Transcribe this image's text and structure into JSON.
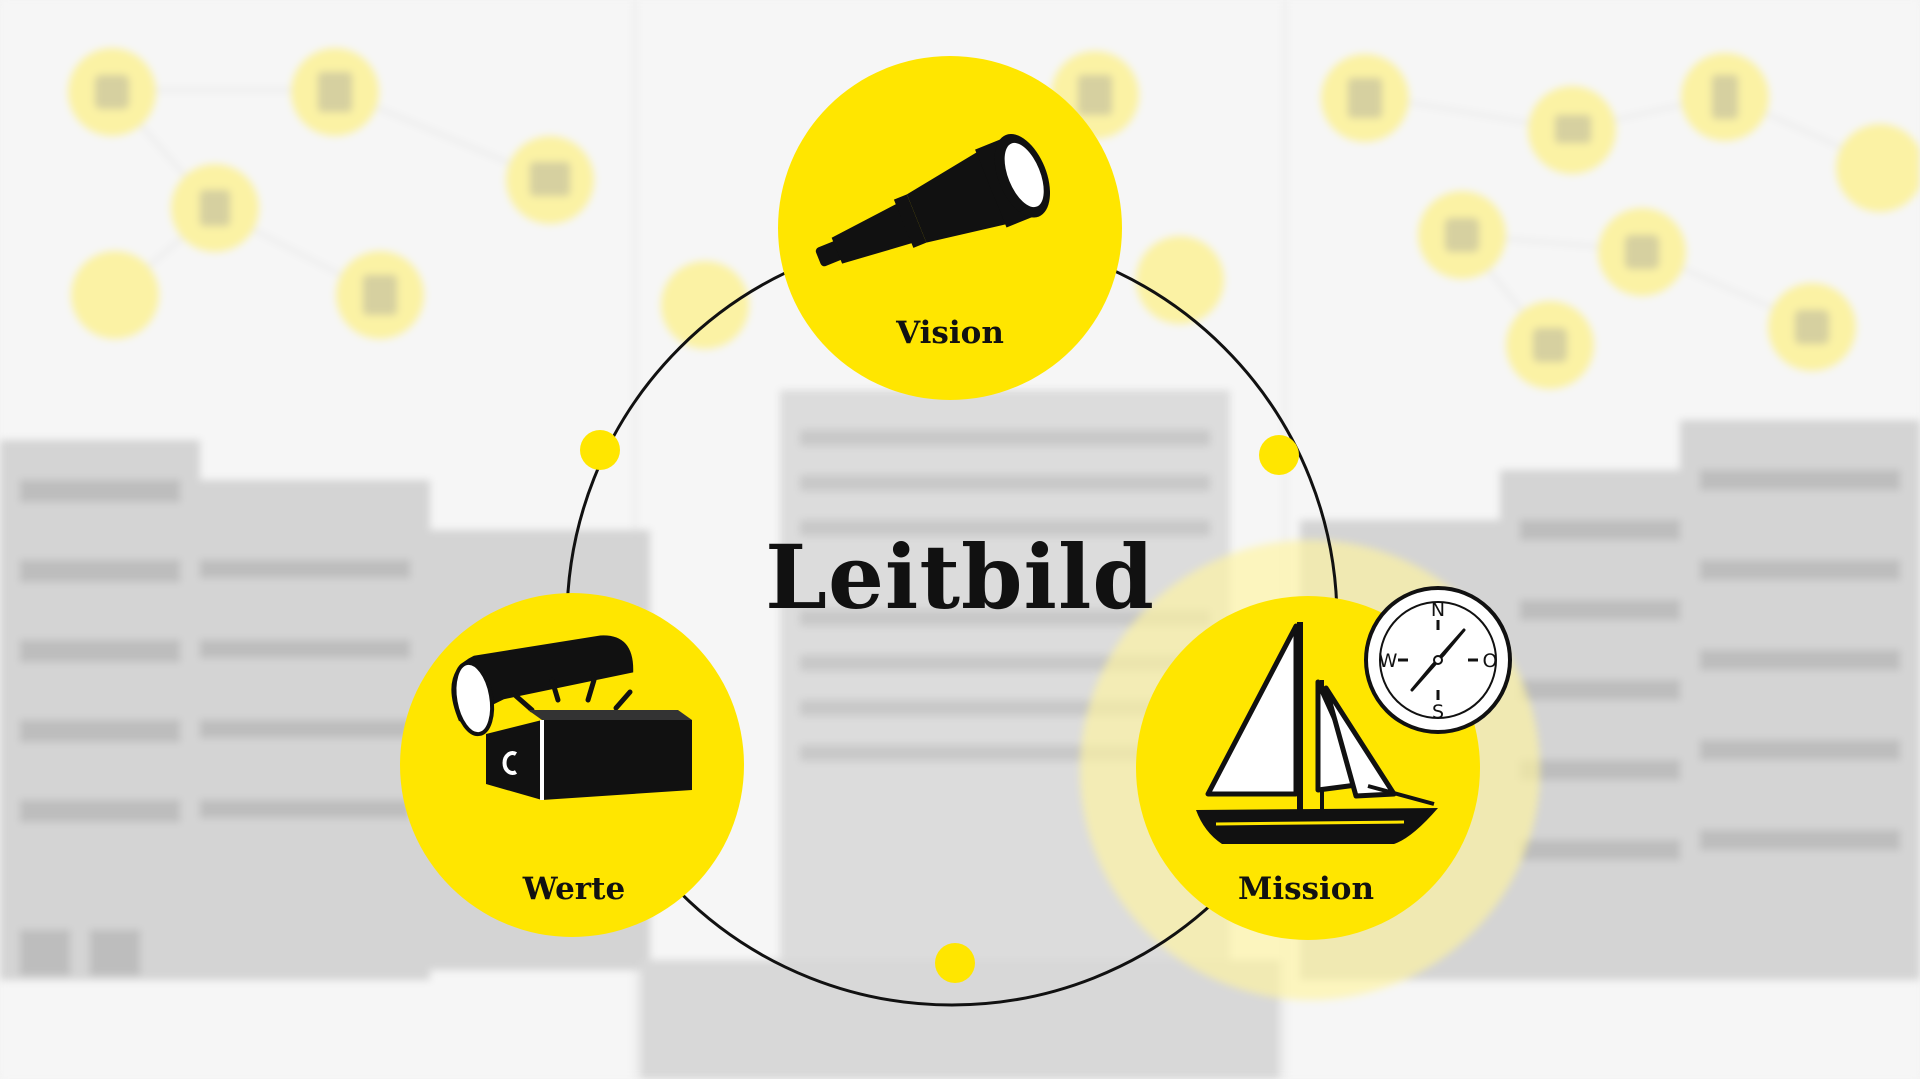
{
  "title": "Leitbild",
  "nodes": [
    {
      "id": "vision",
      "label": "Vision",
      "icon": "telescope-icon"
    },
    {
      "id": "mission",
      "label": "Mission",
      "icon": "sailboat-icon"
    },
    {
      "id": "werte",
      "label": "Werte",
      "icon": "treasure-chest-icon"
    }
  ],
  "compass": {
    "north": "N",
    "west": "W",
    "east": "O",
    "south": "S"
  },
  "colors": {
    "accent": "#FFE600",
    "ink": "#111111",
    "background": "#f4f4f4",
    "building": "#d2d2d2"
  }
}
